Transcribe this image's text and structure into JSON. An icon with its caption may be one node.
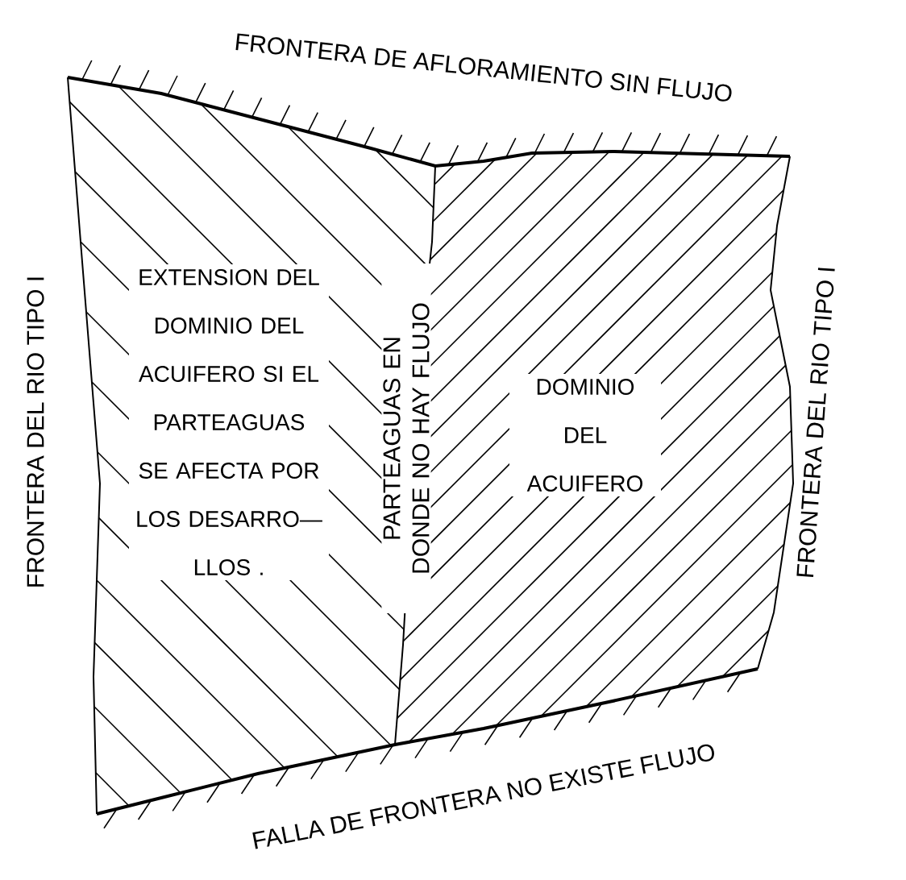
{
  "diagram": {
    "nodes": [
      {
        "text": [
          "EXTENSION DEL DOMINIO DEL ACUIFERO SI EL PARTEAGUAS SE AFECTA POR LOS DESARRO— LLOS ."
        ]
      },
      {
        "text": [
          "DOMINIO DEL ACUIFERO"
        ]
      }
    ],
    "labels": [
      "FRONTERA DE AFLORAMIENTO SIN FLUJO",
      "FRONTERA DEL RIO TIPO I",
      "PARTEAGUAS EN DONDE NO HAY FLUJO",
      "FRONTERA DEL RIO TIPO I",
      "FALLA DE FRONTERA NO EXISTE FLUJO"
    ]
  }
}
